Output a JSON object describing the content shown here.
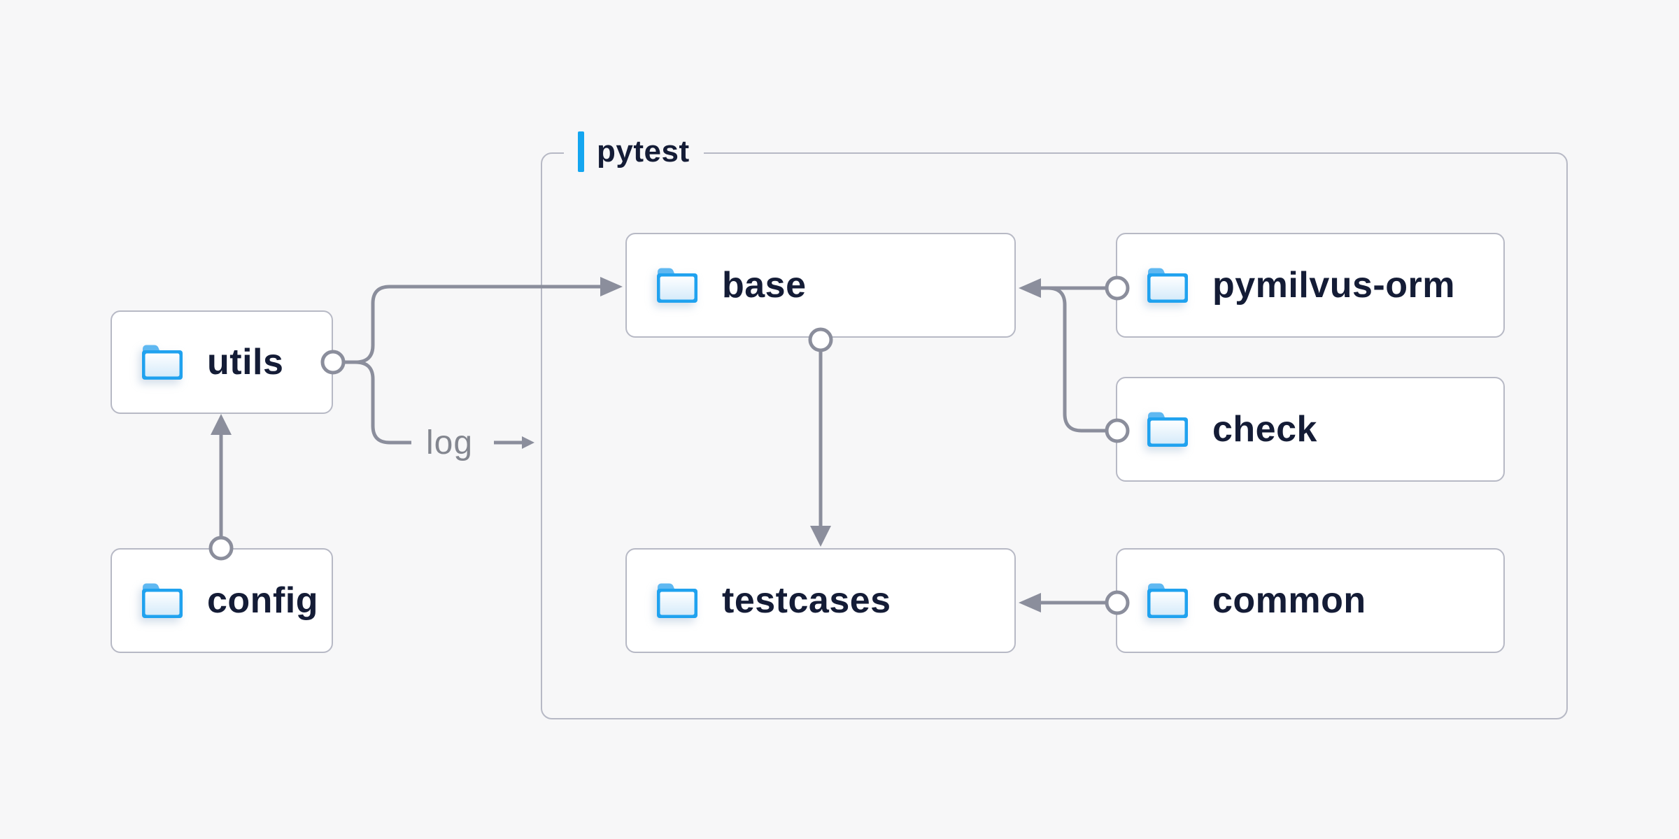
{
  "group": {
    "label": "pytest"
  },
  "nodes": {
    "utils": {
      "label": "utils",
      "icon": "folder"
    },
    "config": {
      "label": "config",
      "icon": "folder"
    },
    "base": {
      "label": "base",
      "icon": "folder"
    },
    "pymilvus_orm": {
      "label": "pymilvus-orm",
      "icon": "folder"
    },
    "check": {
      "label": "check",
      "icon": "folder"
    },
    "testcases": {
      "label": "testcases",
      "icon": "folder"
    },
    "common": {
      "label": "common",
      "icon": "folder"
    }
  },
  "edge_label": {
    "log": "log"
  },
  "edges": [
    {
      "from": "config",
      "to": "utils"
    },
    {
      "from": "utils",
      "to": "base"
    },
    {
      "from": "utils",
      "to": "log",
      "label": "log"
    },
    {
      "from": "pymilvus-orm",
      "to": "base"
    },
    {
      "from": "check",
      "to": "base"
    },
    {
      "from": "base",
      "to": "testcases"
    },
    {
      "from": "common",
      "to": "testcases"
    }
  ],
  "colors": {
    "canvas_bg": "#f7f7f8",
    "node_bg": "#ffffff",
    "node_border": "#b7b9c5",
    "line": "#8b8e9c",
    "text": "#141c36",
    "muted": "#83868f",
    "accent": "#14a6f0",
    "folder_blue": "#20a2ef"
  }
}
